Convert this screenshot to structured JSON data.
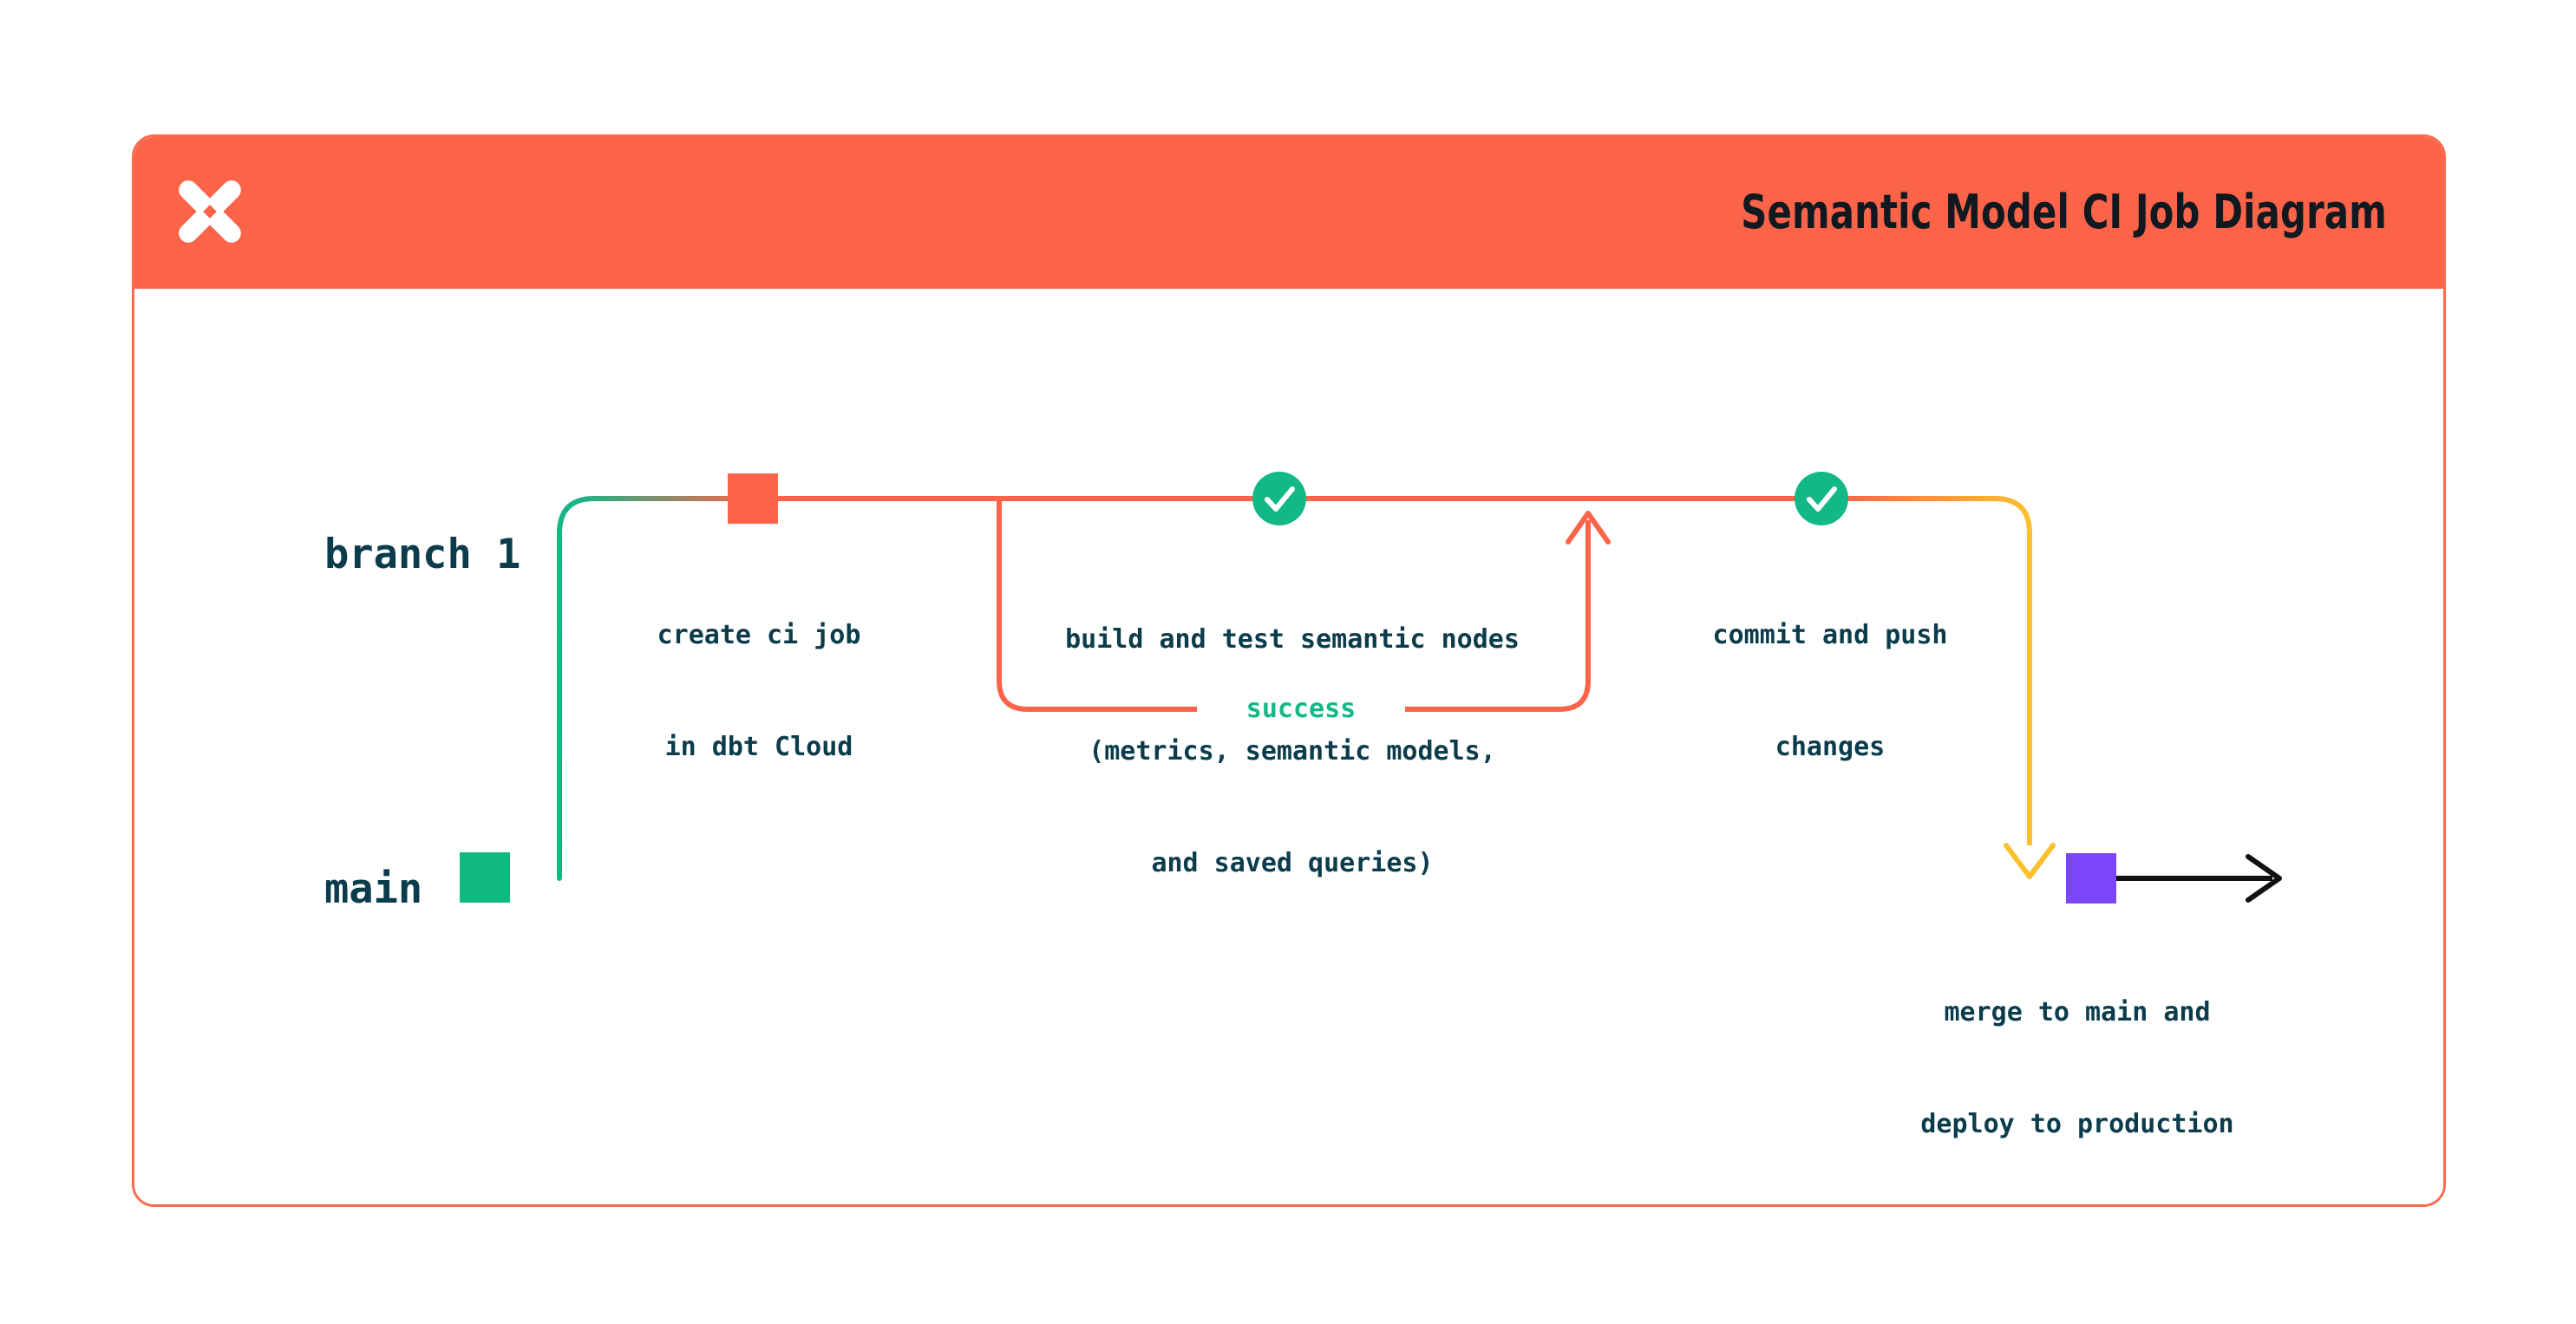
{
  "header": {
    "title": "Semantic Model CI Job Diagram",
    "logo_icon": "dbt-logo-icon",
    "background_color": "#fc6449",
    "title_color": "#101820"
  },
  "card": {
    "border_color": "#fb6b4e",
    "background_color": "#ffffff"
  },
  "diagram": {
    "type": "git-branch-flow",
    "lanes": [
      {
        "id": "branch1",
        "label": "branch 1",
        "color": "#0b3c4b"
      },
      {
        "id": "main",
        "label": "main",
        "color": "#0b3c4b"
      }
    ],
    "nodes": [
      {
        "id": "main-start",
        "lane": "main",
        "shape": "square",
        "color": "#10b981",
        "caption": ""
      },
      {
        "id": "create-ci-job",
        "lane": "branch1",
        "shape": "square",
        "color": "#fc6449",
        "caption_line1": "create ci job",
        "caption_line2": "in dbt Cloud"
      },
      {
        "id": "build-and-test",
        "lane": "branch1",
        "shape": "check-circle",
        "color": "#12b886",
        "icon": "check-icon",
        "caption_line1": "build and test semantic nodes",
        "caption_line2": "(metrics, semantic models,",
        "caption_line3": "and saved queries)"
      },
      {
        "id": "commit-and-push",
        "lane": "branch1",
        "shape": "check-circle",
        "color": "#12b886",
        "icon": "check-icon",
        "caption_line1": "commit and push",
        "caption_line2": "changes"
      },
      {
        "id": "merge-to-main",
        "lane": "main",
        "shape": "square",
        "color": "#7b45fa",
        "caption_line1": "merge to main and",
        "caption_line2": "deploy to production"
      }
    ],
    "edges": [
      {
        "id": "branch-out",
        "from": "main-start",
        "to": "create-ci-job",
        "style": "rounded-elbow",
        "gradient": [
          "#10b981",
          "#fc6449"
        ]
      },
      {
        "id": "retry-loop",
        "from": "build-and-test",
        "to": "build-and-test",
        "style": "rounded-loop",
        "color": "#fc6449",
        "label": "success",
        "label_color": "#12b886",
        "arrow": "up"
      },
      {
        "id": "push-to-merge",
        "from": "commit-and-push",
        "to": "merge-to-main",
        "style": "rounded-elbow",
        "gradient": [
          "#fc6449",
          "#fbc02d"
        ],
        "arrow": "down"
      },
      {
        "id": "main-continues",
        "from": "merge-to-main",
        "to": "production",
        "style": "straight",
        "color": "#111111",
        "arrow": "right"
      }
    ]
  }
}
